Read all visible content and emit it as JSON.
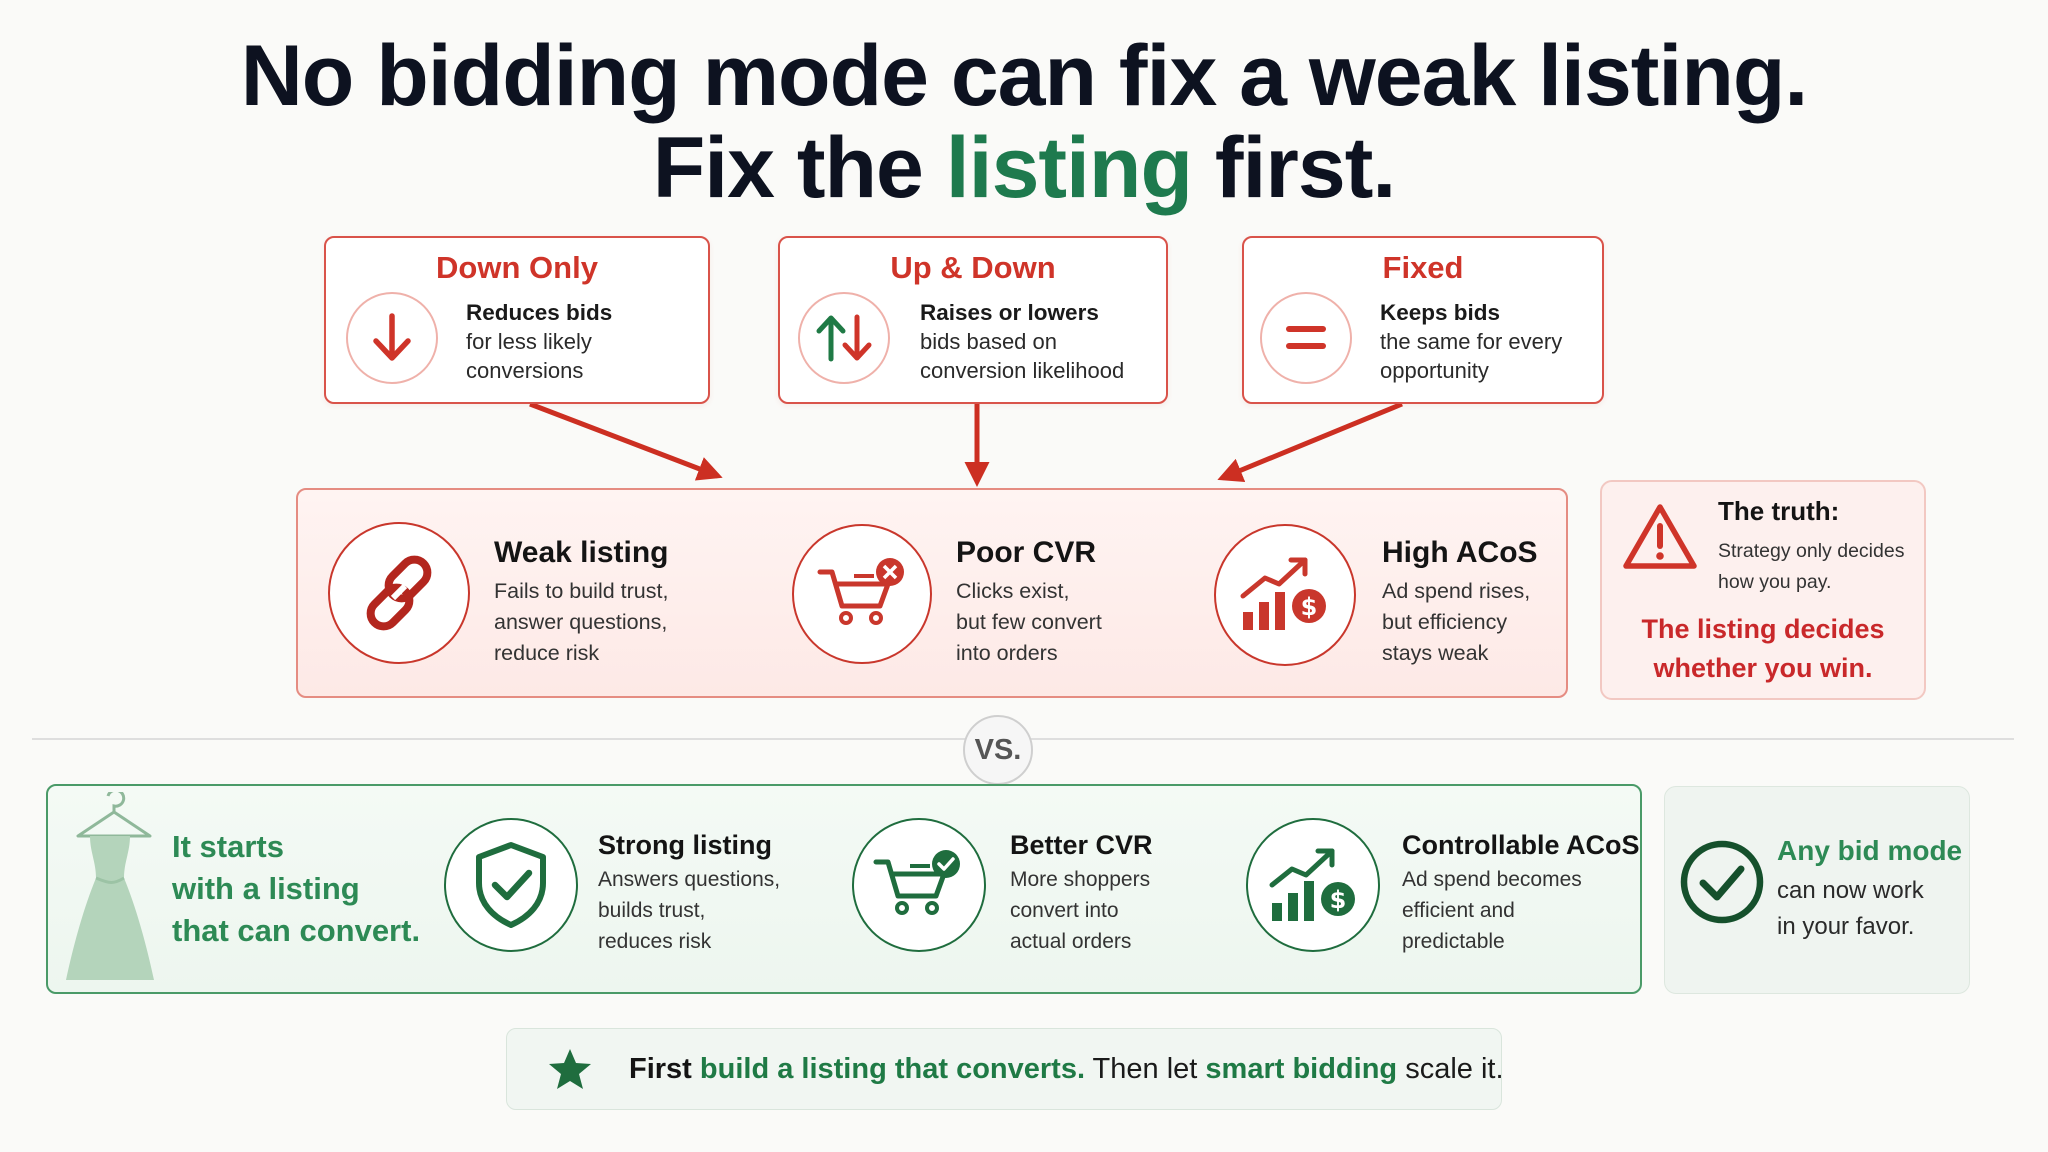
{
  "title": {
    "line1": "No bidding mode can fix a weak listing.",
    "line2_a": "Fix the ",
    "line2_accent": "listing",
    "line2_b": " first."
  },
  "modes": [
    {
      "title": "Down Only",
      "head": "Reduces bids",
      "body_1": "for less likely",
      "body_2": "conversions",
      "icon": "arrow-down-icon"
    },
    {
      "title": "Up & Down",
      "head": "Raises or lowers",
      "body_1": "bids based on",
      "body_2": "conversion likelihood",
      "icon": "arrows-up-down-icon"
    },
    {
      "title": "Fixed",
      "head": "Keeps bids",
      "body_1": "the same for every",
      "body_2": "opportunity",
      "icon": "equals-icon"
    }
  ],
  "weak_flow": [
    {
      "head": "Weak listing",
      "l1": "Fails to build trust,",
      "l2": "answer questions,",
      "l3": "reduce risk",
      "icon": "broken-chain-icon"
    },
    {
      "head": "Poor CVR",
      "l1": "Clicks exist,",
      "l2": "but few convert",
      "l3": "into orders",
      "icon": "cart-x-icon"
    },
    {
      "head": "High ACoS",
      "l1": "Ad spend rises,",
      "l2": "but efficiency",
      "l3": "stays weak",
      "icon": "chart-dollar-icon"
    }
  ],
  "truth": {
    "title": "The truth:",
    "body_1": "Strategy only decides",
    "body_2": "how you pay.",
    "win_1": "The listing decides",
    "win_2": "whether you win."
  },
  "vs": "VS.",
  "starts": {
    "l1": "It starts",
    "l2": "with a listing",
    "l3": "that can convert."
  },
  "strong_flow": [
    {
      "head": "Strong listing",
      "l1": "Answers questions,",
      "l2": "builds trust,",
      "l3": "reduces risk",
      "icon": "shield-check-icon"
    },
    {
      "head": "Better CVR",
      "l1": "More shoppers",
      "l2": "convert into",
      "l3": "actual orders",
      "icon": "cart-check-icon"
    },
    {
      "head": "Controllable ACoS",
      "l1": "Ad spend becomes",
      "l2": "efficient and",
      "l3": "predictable",
      "icon": "chart-dollar-up-icon"
    }
  ],
  "anybid": {
    "title": "Any bid mode",
    "l1": "can now work",
    "l2": "in your favor."
  },
  "banner": {
    "p1": "First ",
    "p2": "build a listing that converts.",
    "p3": " Then let ",
    "p4": "smart bidding",
    "p5": " scale it."
  },
  "colors": {
    "red": "#cf3429",
    "green": "#1f7a45",
    "dark": "#0d1220"
  }
}
